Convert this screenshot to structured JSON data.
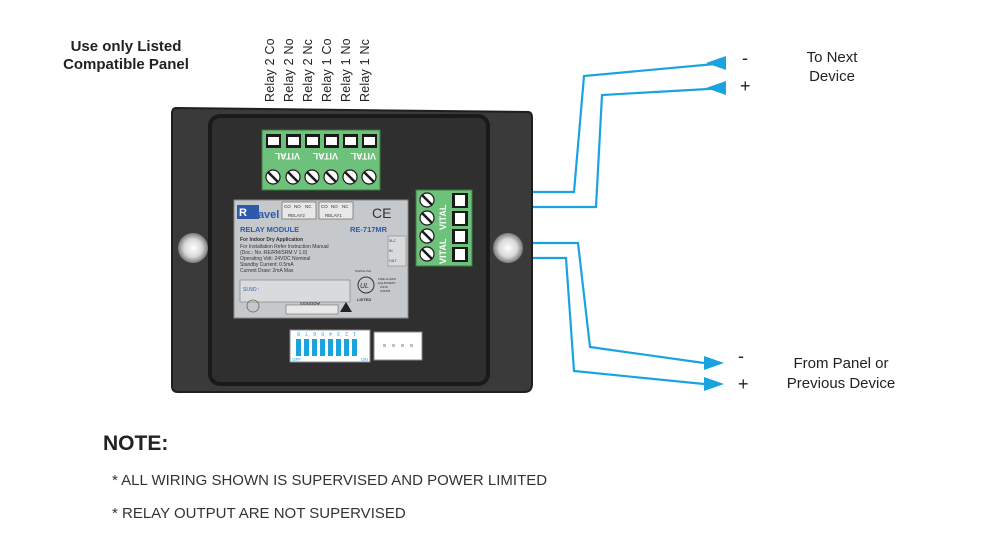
{
  "panel_note": [
    "Use only Listed",
    "Compatible Panel"
  ],
  "relay_labels": [
    "Relay 2 Co",
    "Relay 2 No",
    "Relay 2 Nc",
    "Relay 1 Co",
    "Relay 1 No",
    "Relay 1 Nc"
  ],
  "next_device": {
    "minus": "-",
    "plus": "+",
    "label_line1": "To Next",
    "label_line2": "Device"
  },
  "from_panel": {
    "minus": "-",
    "plus": "+",
    "label_line1": "From Panel or",
    "label_line2": "Previous Device"
  },
  "module": {
    "brand": "Ravel",
    "title": "RELAY  MODULE",
    "model": "RE-717MR",
    "subtitle": "For Indoor Dry Application",
    "line1": "For Installation Refer Instruction Manual",
    "line2": "(Doc.: No.:RE/RM/SRM V 1.0)",
    "line3": "Operating Volt: 24VDC Nominal",
    "line4": "Standby Current: 0.5mA",
    "line5": "Current Draw: 2mA Max",
    "serial": "SI.NO :",
    "address": "Address",
    "listed": "LISTED",
    "ul": "UL",
    "ce": "CE",
    "relay_tags": [
      "RELAY2",
      "RELAY1"
    ],
    "contact_tags": [
      "CO",
      "NO",
      "NC",
      "CO",
      "NO",
      "NC"
    ],
    "dip_numbers": [
      "8",
      "7",
      "6",
      "5",
      "4",
      "3",
      "2",
      "1"
    ],
    "dip_off": "OFF",
    "dip_on": "ON",
    "vital": "VITAL",
    "ul_text": [
      "SIGNALING",
      "FIRE ALARM",
      "EQUIPMENT",
      "AN48",
      "S35355"
    ],
    "side_tags": [
      "SLC",
      "IN",
      "OUT"
    ]
  },
  "note": {
    "title": "NOTE:",
    "items": [
      "* ALL WIRING SHOWN IS SUPERVISED AND POWER LIMITED",
      "* RELAY OUTPUT ARE NOT SUPERVISED"
    ]
  },
  "colors": {
    "wire": "#1ba3e0",
    "housing": "#3a3a3a",
    "terminal_green": "#6ec17a",
    "label_plate": "#c6c9cc"
  }
}
